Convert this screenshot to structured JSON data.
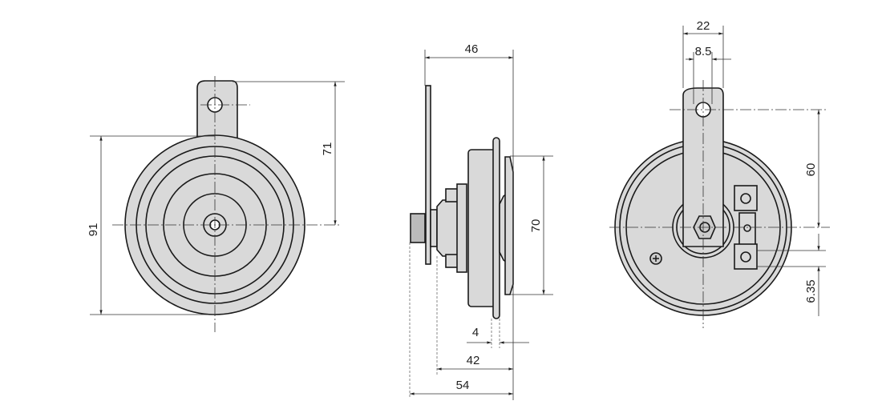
{
  "drawing": {
    "front_view": {
      "dimensions": {
        "height_overall": "71",
        "diameter": "91"
      }
    },
    "side_view": {
      "dimensions": {
        "top_width": "46",
        "flange_diameter": "70",
        "flange_gap": "4",
        "body_depth": "42",
        "overall_depth": "54"
      }
    },
    "rear_view": {
      "dimensions": {
        "bracket_width": "22",
        "hole_diameter": "8.5",
        "hole_to_center": "60",
        "terminal_width": "6.35"
      }
    },
    "colors": {
      "fill": "#d9d9d9",
      "line": "#1a1a1a"
    }
  }
}
